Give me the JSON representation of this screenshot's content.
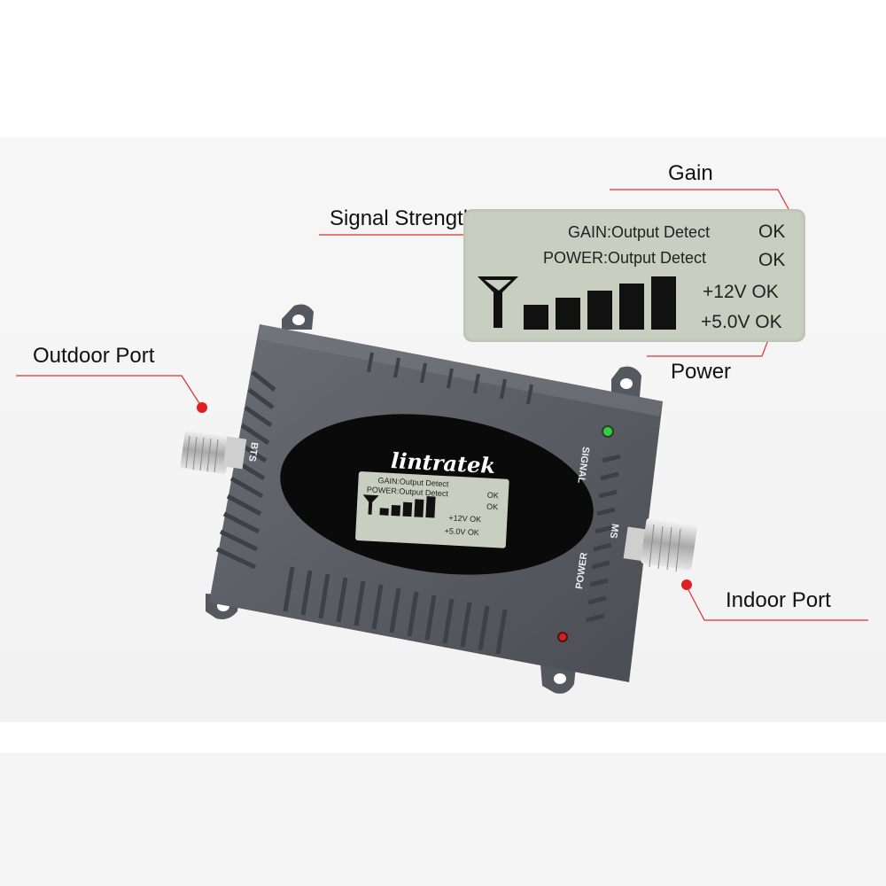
{
  "callouts": {
    "gain": "Gain",
    "signal_strength": "Signal Strength",
    "outdoor_port": "Outdoor Port",
    "power": "Power",
    "indoor_port": "Indoor Port"
  },
  "lcd": {
    "gain_line": "GAIN:Output Detect",
    "power_line": "POWER:Output Detect",
    "ok": "OK",
    "v12": "+12V OK",
    "v5": "+5.0V OK",
    "signal_bars": 5
  },
  "device": {
    "brand": "lintratek",
    "signal_label": "SIGNAL",
    "power_label": "POWER",
    "bts_label": "BTS",
    "ms_label": "MS"
  },
  "colors": {
    "callout_line": "#e03030",
    "callout_dot": "#e02020",
    "body": "#5c5f65",
    "lcd": "#c9cfc0",
    "signal_led": "#33cc44",
    "power_led": "#d02020"
  }
}
